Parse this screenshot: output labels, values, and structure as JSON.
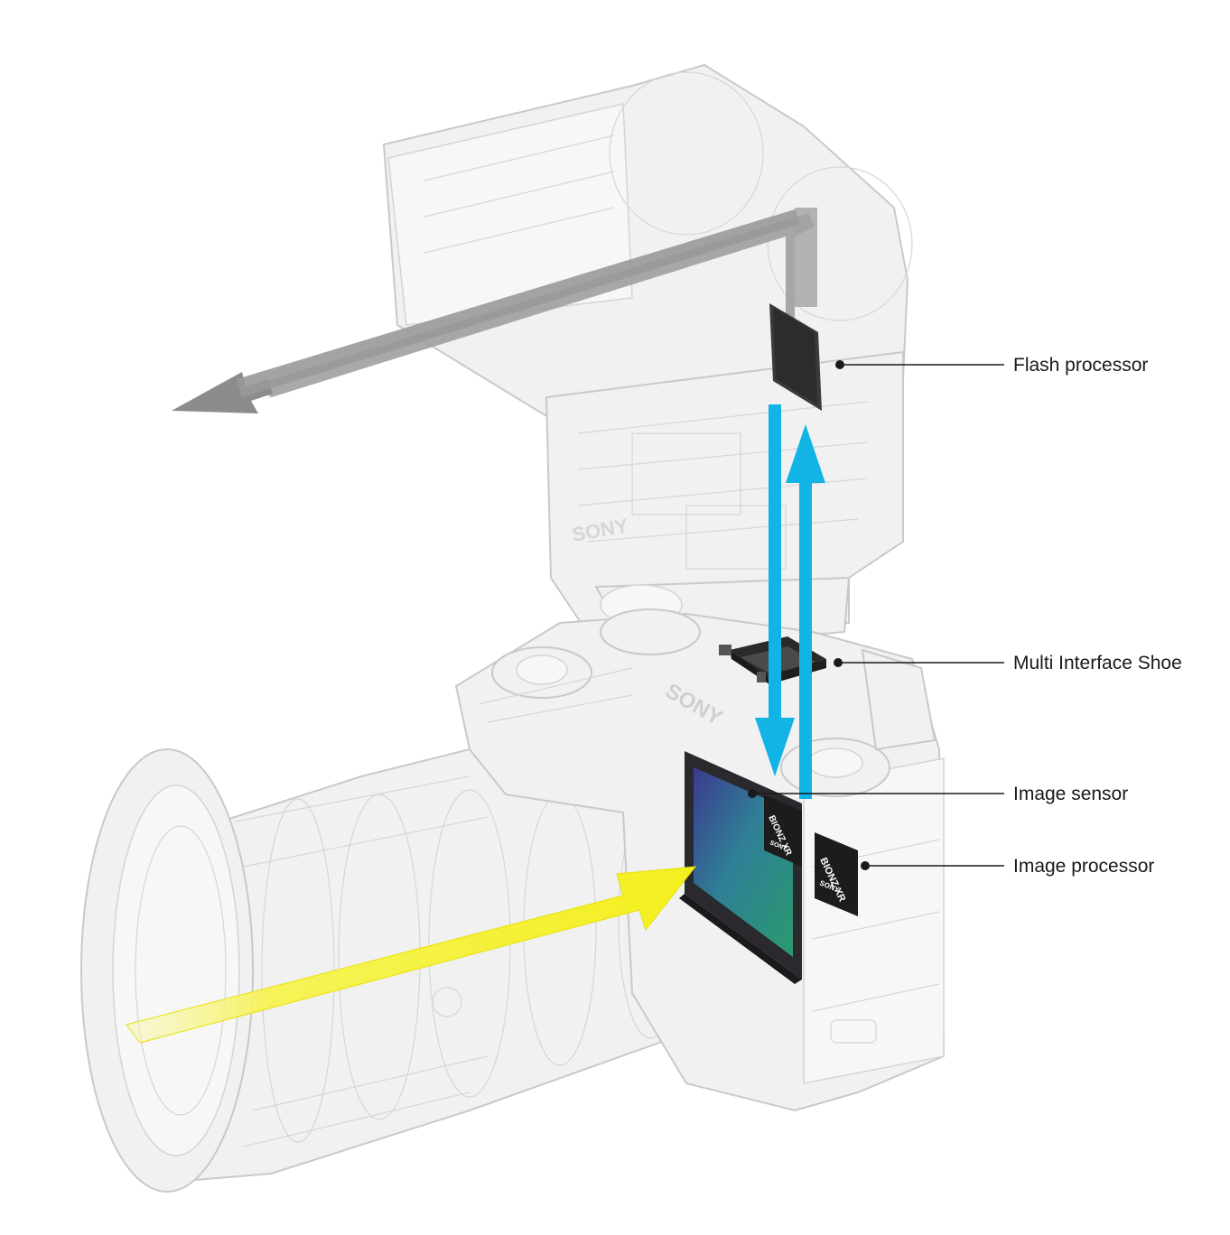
{
  "labels": {
    "flash_processor": "Flash processor",
    "multi_interface_shoe": "Multi Interface Shoe",
    "image_sensor": "Image sensor",
    "image_processor": "Image processor"
  },
  "chip_text": {
    "processor_name": "BIONZ XR",
    "brand": "SONY"
  },
  "embossed_brand": "SONY",
  "colors": {
    "signal_arrows": "#12b4e6",
    "light_arrow": "#f5f12a",
    "flash_beam_arrow": "#8c8c8c",
    "callout_line": "#1a1a1a",
    "ghost_outline": "#c9c9c9"
  }
}
